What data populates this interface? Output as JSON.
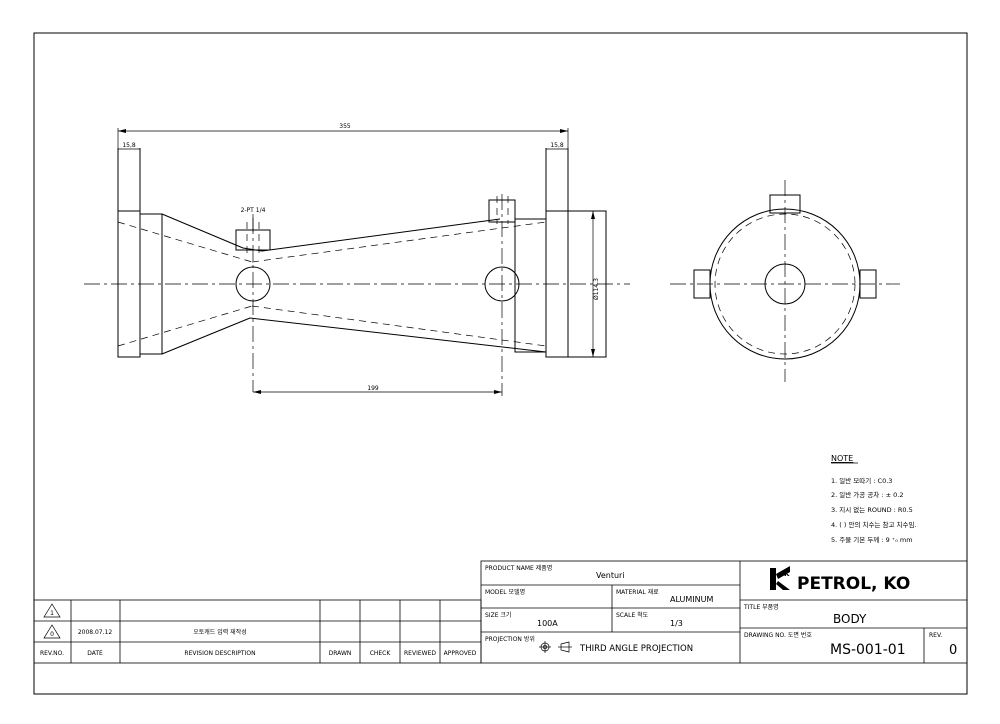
{
  "dimensions": {
    "overall_length": "355",
    "flange_left": "15,8",
    "flange_right": "15,8",
    "port_spacing": "199",
    "outer_diameter": "Ø114.3",
    "port_callout": "2-PT 1/4"
  },
  "note": {
    "heading": "NOTE",
    "items": [
      "1. 일반 모따기 : C0.3",
      "2. 일반 가공 공차 : ± 0.2",
      "3. 지시 없는 ROUND : R0.5",
      "4. ( ) 안의 치수는 참고 치수임.",
      "5. 주물 기본 두께 : 9 ⁺₀ mm"
    ]
  },
  "title_block": {
    "product_name_label": "PRODUCT NAME 제품명",
    "product_name": "Venturi",
    "model_label": "MODEL 모델명",
    "model": "",
    "material_label": "MATERIAL 재료",
    "material": "ALUMINUM",
    "size_label": "SIZE 크기",
    "size": "100A",
    "scale_label": "SCALE 척도",
    "scale": "1/3",
    "projection_label": "PROJECTION 방위",
    "projection": "THIRD ANGLE PROJECTION",
    "company": "PETROL, KO",
    "title_label": "TITLE 부품명",
    "title": "BODY",
    "drawing_no_label": "DRAWING NO. 도면 번호",
    "drawing_no": "MS-001-01",
    "rev_label": "REV.",
    "rev": "0"
  },
  "revision_table": {
    "headers": [
      "REV.NO.",
      "DATE",
      "REVISION DESCRIPTION",
      "DRAWN",
      "CHECK",
      "REVIEWED",
      "APPROVED"
    ],
    "rows": [
      {
        "rev": "1",
        "date": "",
        "desc": ""
      },
      {
        "rev": "0",
        "date": "2008.07.12",
        "desc": "오토캐드 입력 재작성"
      }
    ]
  }
}
